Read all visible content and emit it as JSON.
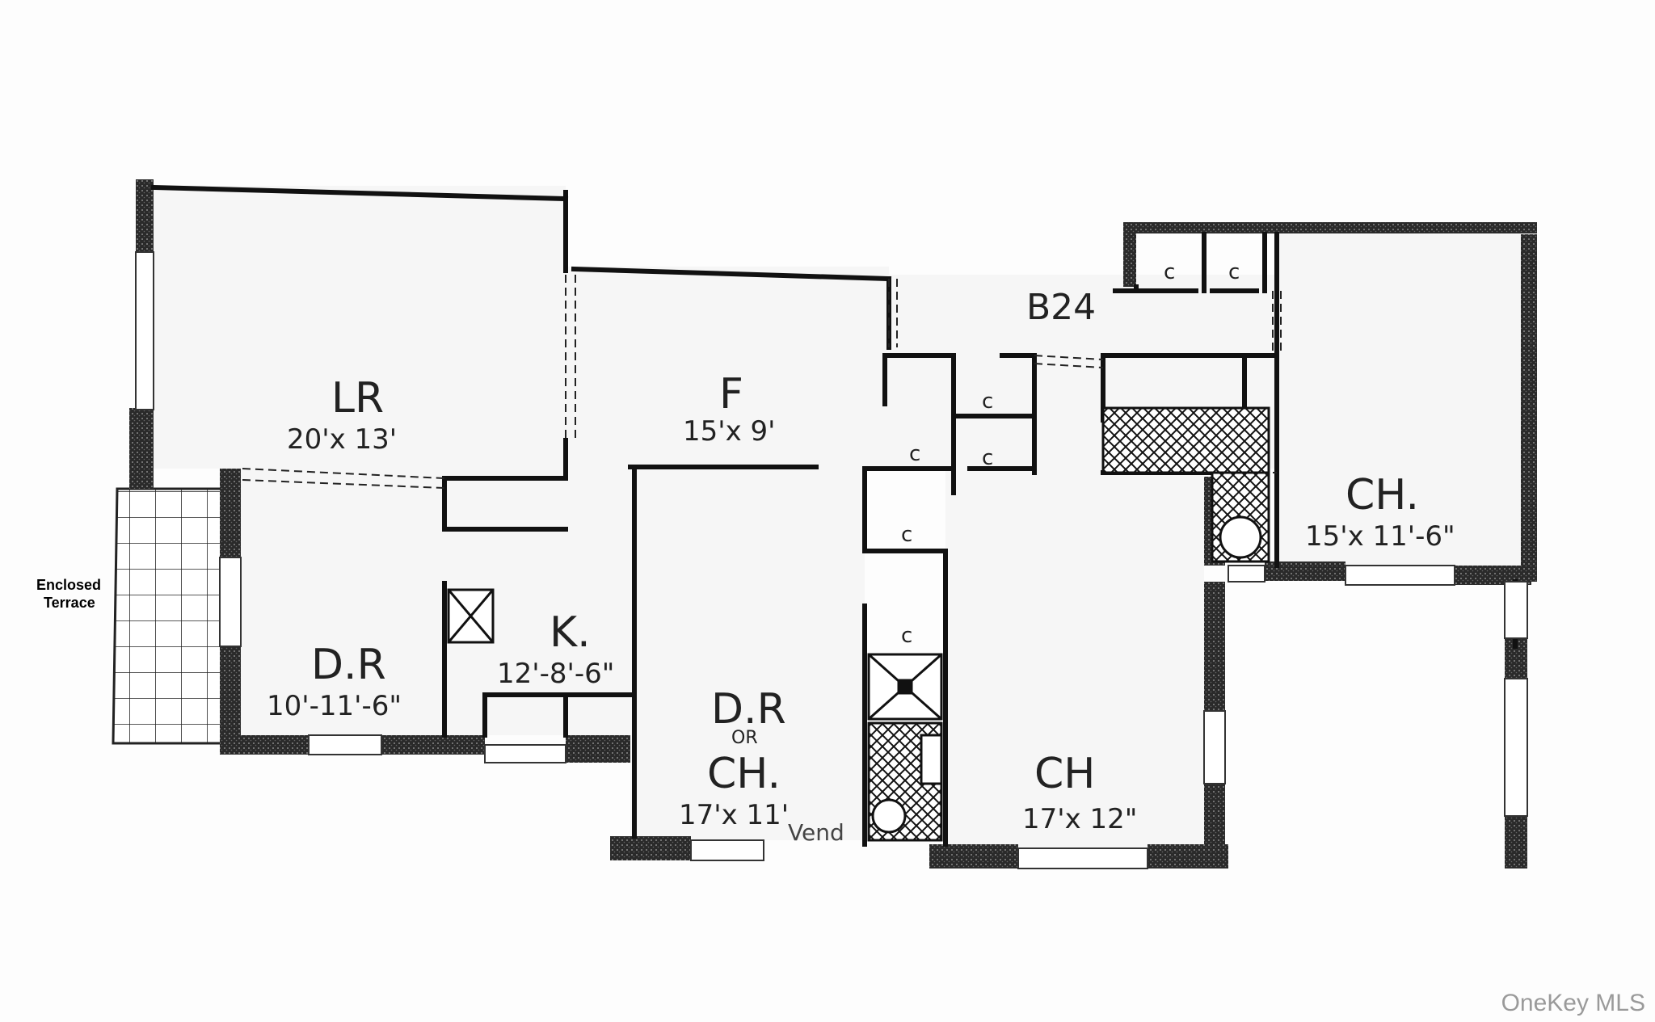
{
  "unit": "B24",
  "terrace_label_line1": "Enclosed",
  "terrace_label_line2": "Terrace",
  "watermark": "OneKey MLS",
  "closet_label": "c",
  "rooms": {
    "living_room": {
      "name": "LR",
      "dims": "20'x 13'"
    },
    "foyer": {
      "name": "F",
      "dims": "15'x 9'"
    },
    "dining_room": {
      "name": "D.R",
      "dims": "10'-11'-6\""
    },
    "kitchen": {
      "name": "K.",
      "dims": "12'-8'-6\""
    },
    "dining_or_chamber": {
      "name_top": "D.R",
      "name_or": "OR",
      "name_bottom": "CH.",
      "dims": "17'x 11'"
    },
    "chamber_center": {
      "name": "CH",
      "dims": "17'x 12\""
    },
    "chamber_right": {
      "name": "CH.",
      "dims": "15'x 11'-6\""
    }
  },
  "annotation": "Vend"
}
